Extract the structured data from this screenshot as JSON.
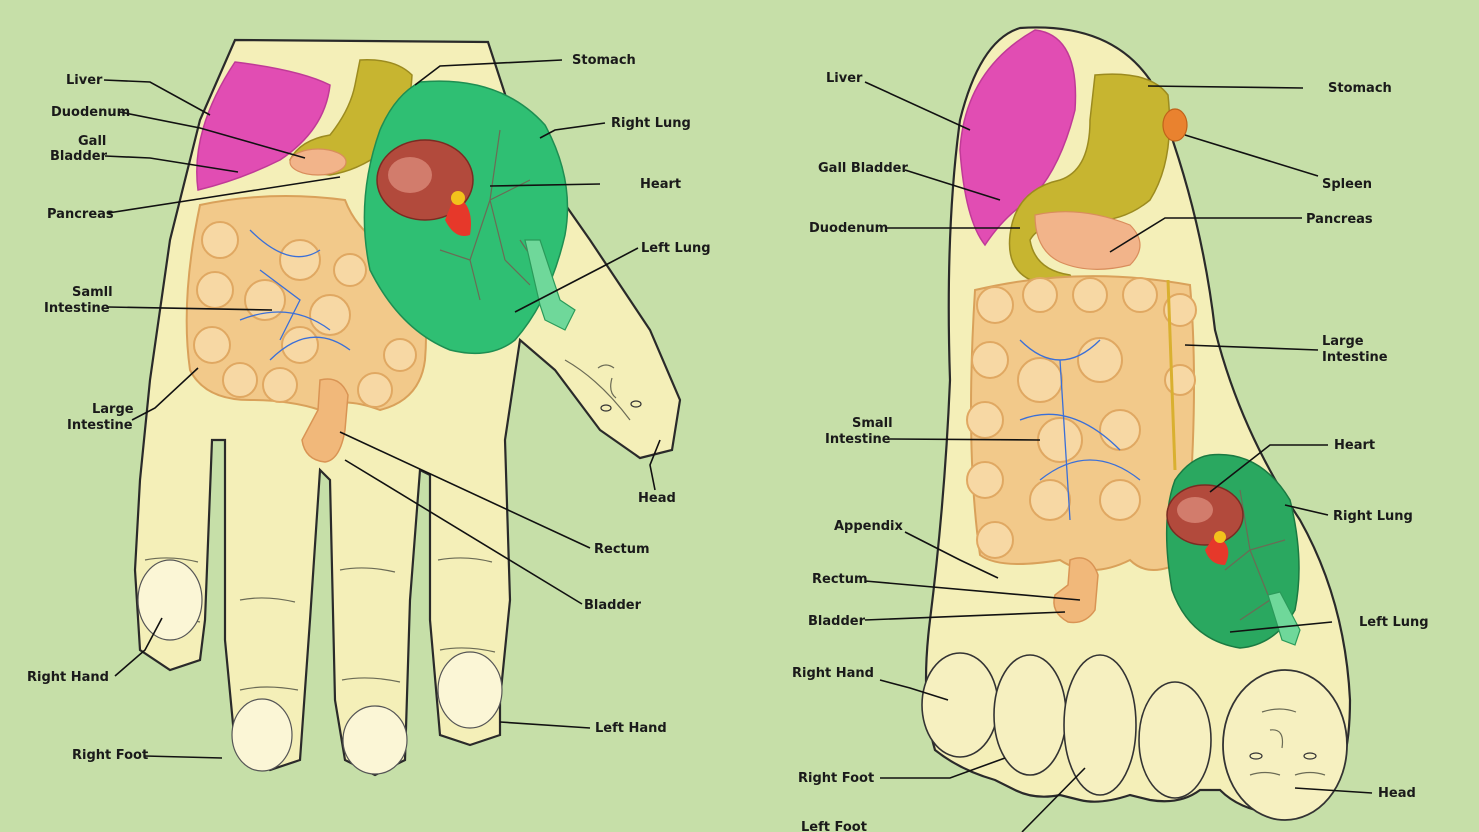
{
  "colors": {
    "background": "#c6dfa8",
    "skin": "#f4efb8",
    "liver": "#e14db3",
    "stomach": "#c7b530",
    "lung": "#2fbf73",
    "intestine": "#f2c98a",
    "heart": "#b24a3c",
    "pancreas": "#f2b48a",
    "spleen": "#e9822f",
    "vessel": "#3a6fd8"
  },
  "hand": {
    "labels": {
      "liver": "Liver",
      "duodenum": "Duodenum",
      "gall_bladder_1": "Gall",
      "gall_bladder_2": "Bladder",
      "pancreas": "Pancreas",
      "small_intestine_1": "Samll",
      "small_intestine_2": "Intestine",
      "large_intestine_1": "Large",
      "large_intestine_2": "Intestine",
      "right_hand": "Right Hand",
      "right_foot": "Right Foot",
      "stomach": "Stomach",
      "right_lung": "Right Lung",
      "heart": "Heart",
      "left_lung": "Left Lung",
      "head": "Head",
      "rectum": "Rectum",
      "bladder": "Bladder",
      "left_hand": "Left Hand"
    }
  },
  "foot": {
    "labels": {
      "liver": "Liver",
      "gall_bladder": "Gall Bladder",
      "duodenum": "Duodenum",
      "small_intestine_1": "Small",
      "small_intestine_2": "Intestine",
      "appendix": "Appendix",
      "rectum": "Rectum",
      "bladder": "Bladder",
      "right_hand": "Right Hand",
      "right_foot": "Right Foot",
      "left_foot": "Left Foot",
      "stomach": "Stomach",
      "spleen": "Spleen",
      "pancreas": "Pancreas",
      "large_intestine_1": "Large",
      "large_intestine_2": "Intestine",
      "heart": "Heart",
      "right_lung": "Right Lung",
      "left_lung": "Left Lung",
      "head": "Head"
    }
  }
}
